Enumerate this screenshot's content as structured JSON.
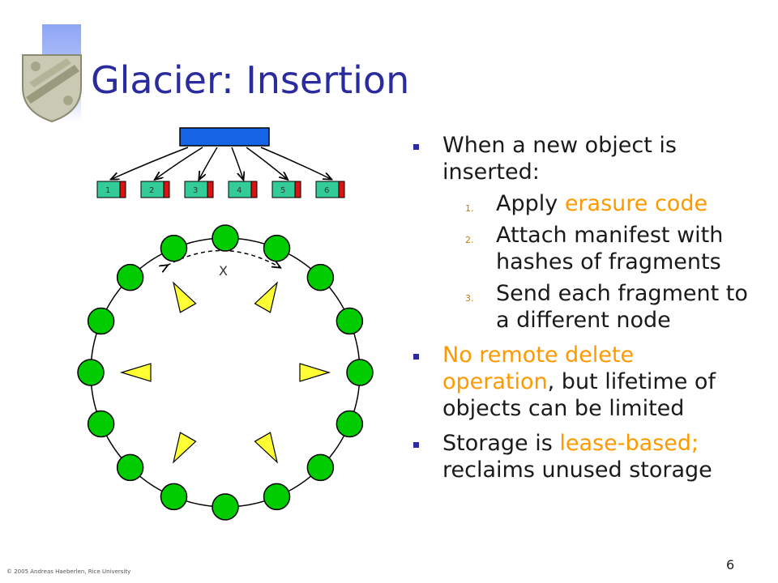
{
  "slide": {
    "title": "Glacier: Insertion",
    "page_number": "6",
    "footer": "© 2005 Andreas Haeberlen, Rice University"
  },
  "diagram": {
    "fragments": [
      "1",
      "2",
      "3",
      "4",
      "5",
      "6"
    ],
    "distance_label": "X"
  },
  "bullets": {
    "b1": {
      "text": "When a new object is inserted:",
      "steps": [
        {
          "number": "1.",
          "before": "Apply ",
          "highlight": "erasure code",
          "after": ""
        },
        {
          "number": "2.",
          "before": "Attach manifest with hashes of fragments",
          "highlight": "",
          "after": ""
        },
        {
          "number": "3.",
          "before": "Send each fragment to a different node",
          "highlight": "",
          "after": ""
        }
      ]
    },
    "b2": {
      "highlight": "No remote delete operation",
      "rest": ", but lifetime of objects can be limited"
    },
    "b3": {
      "before": "Storage is ",
      "highlight": "lease-based;",
      "after": " reclaims unused storage"
    }
  },
  "colors": {
    "title": "#2b2ba0",
    "highlight": "#ff9900",
    "node_fill": "#00cc00",
    "pointer_fill": "#ffff33",
    "object_fill": "#1565e6",
    "fragment_fill": "#33cc99",
    "manifest_fill": "#e01010"
  }
}
